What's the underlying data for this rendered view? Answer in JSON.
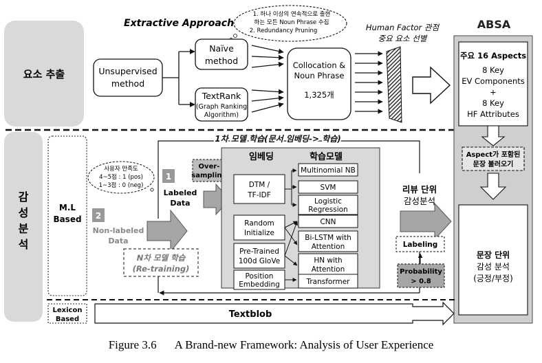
{
  "header": {
    "extractive": "Extractive Approach",
    "absa": "ABSA"
  },
  "sections": {
    "extraction": "요소 추출",
    "sentiment_lines": [
      "감",
      "성",
      "분",
      "석"
    ]
  },
  "naive_note": {
    "lines": [
      "1. 하나 이상의 연속적으로 출현",
      "하는 모든 Noun Phrase 수집",
      "2. Redundancy Pruning"
    ]
  },
  "boxes": {
    "unsupervised": [
      "Unsupervised",
      "method"
    ],
    "naive": [
      "Naïve",
      "method"
    ],
    "textrank": [
      "TextRank",
      "(Graph Ranking",
      "Algorithm)"
    ],
    "collocation": [
      "Collocation &",
      "Noun Phrase"
    ],
    "collocation_count": "1,325개",
    "human_factor": [
      "Human Factor 관점",
      "중요 요소 선별"
    ],
    "aspects": [
      "주요 16 Aspects",
      "8 Key",
      "EV Components",
      "+",
      "8 Key",
      "HF Attributes"
    ],
    "aspect_sentence": [
      "Aspect가 포함된",
      "문장 불러오기"
    ],
    "sentence_sentiment": [
      "문장 단위",
      "감성 분석",
      "(긍정/부정)"
    ]
  },
  "ml": {
    "ml_based": [
      "M.L",
      "Based"
    ],
    "lexicon_based": [
      "Lexicon",
      "Based"
    ],
    "first_training": "1차 모델 학습(문서 임베딩-> 학습)",
    "satisfaction": [
      "사용자 만족도",
      "4~5점 : 1 (pos)",
      "1~3점 : 0 (neg)"
    ],
    "num1": "1",
    "num2": "2",
    "oversampling": [
      "Over-",
      "sampling"
    ],
    "labeled": [
      "Labeled",
      "Data"
    ],
    "non_labeled": [
      "Non-labeled",
      "Data"
    ],
    "n_training": [
      "N차 모델 학습",
      "(Re-training)"
    ],
    "embedding_header": "임베딩",
    "model_header": "학습모델",
    "embeddings": [
      [
        "DTM /",
        "TF-IDF"
      ],
      [
        "Random",
        "Initialize"
      ],
      [
        "Pre-Trained",
        "100d GloVe"
      ],
      [
        "Position",
        "Embedding"
      ]
    ],
    "models": [
      [
        "Multinomial NB"
      ],
      [
        "SVM"
      ],
      [
        "Logistic",
        "Regression"
      ],
      [
        "CNN"
      ],
      [
        "Bi-LSTM with",
        "Attention"
      ],
      [
        "HN with",
        "Attention"
      ],
      [
        "Transformer"
      ]
    ],
    "review_sentiment": [
      "리뷰 단위",
      "감성분석"
    ],
    "labeling": "Labeling",
    "probability": [
      "Probability",
      "> 0.8"
    ],
    "textblob": "Textblob"
  },
  "caption": {
    "label": "Figure 3.6",
    "text": "A Brand-new Framework: Analysis of User Experience"
  }
}
